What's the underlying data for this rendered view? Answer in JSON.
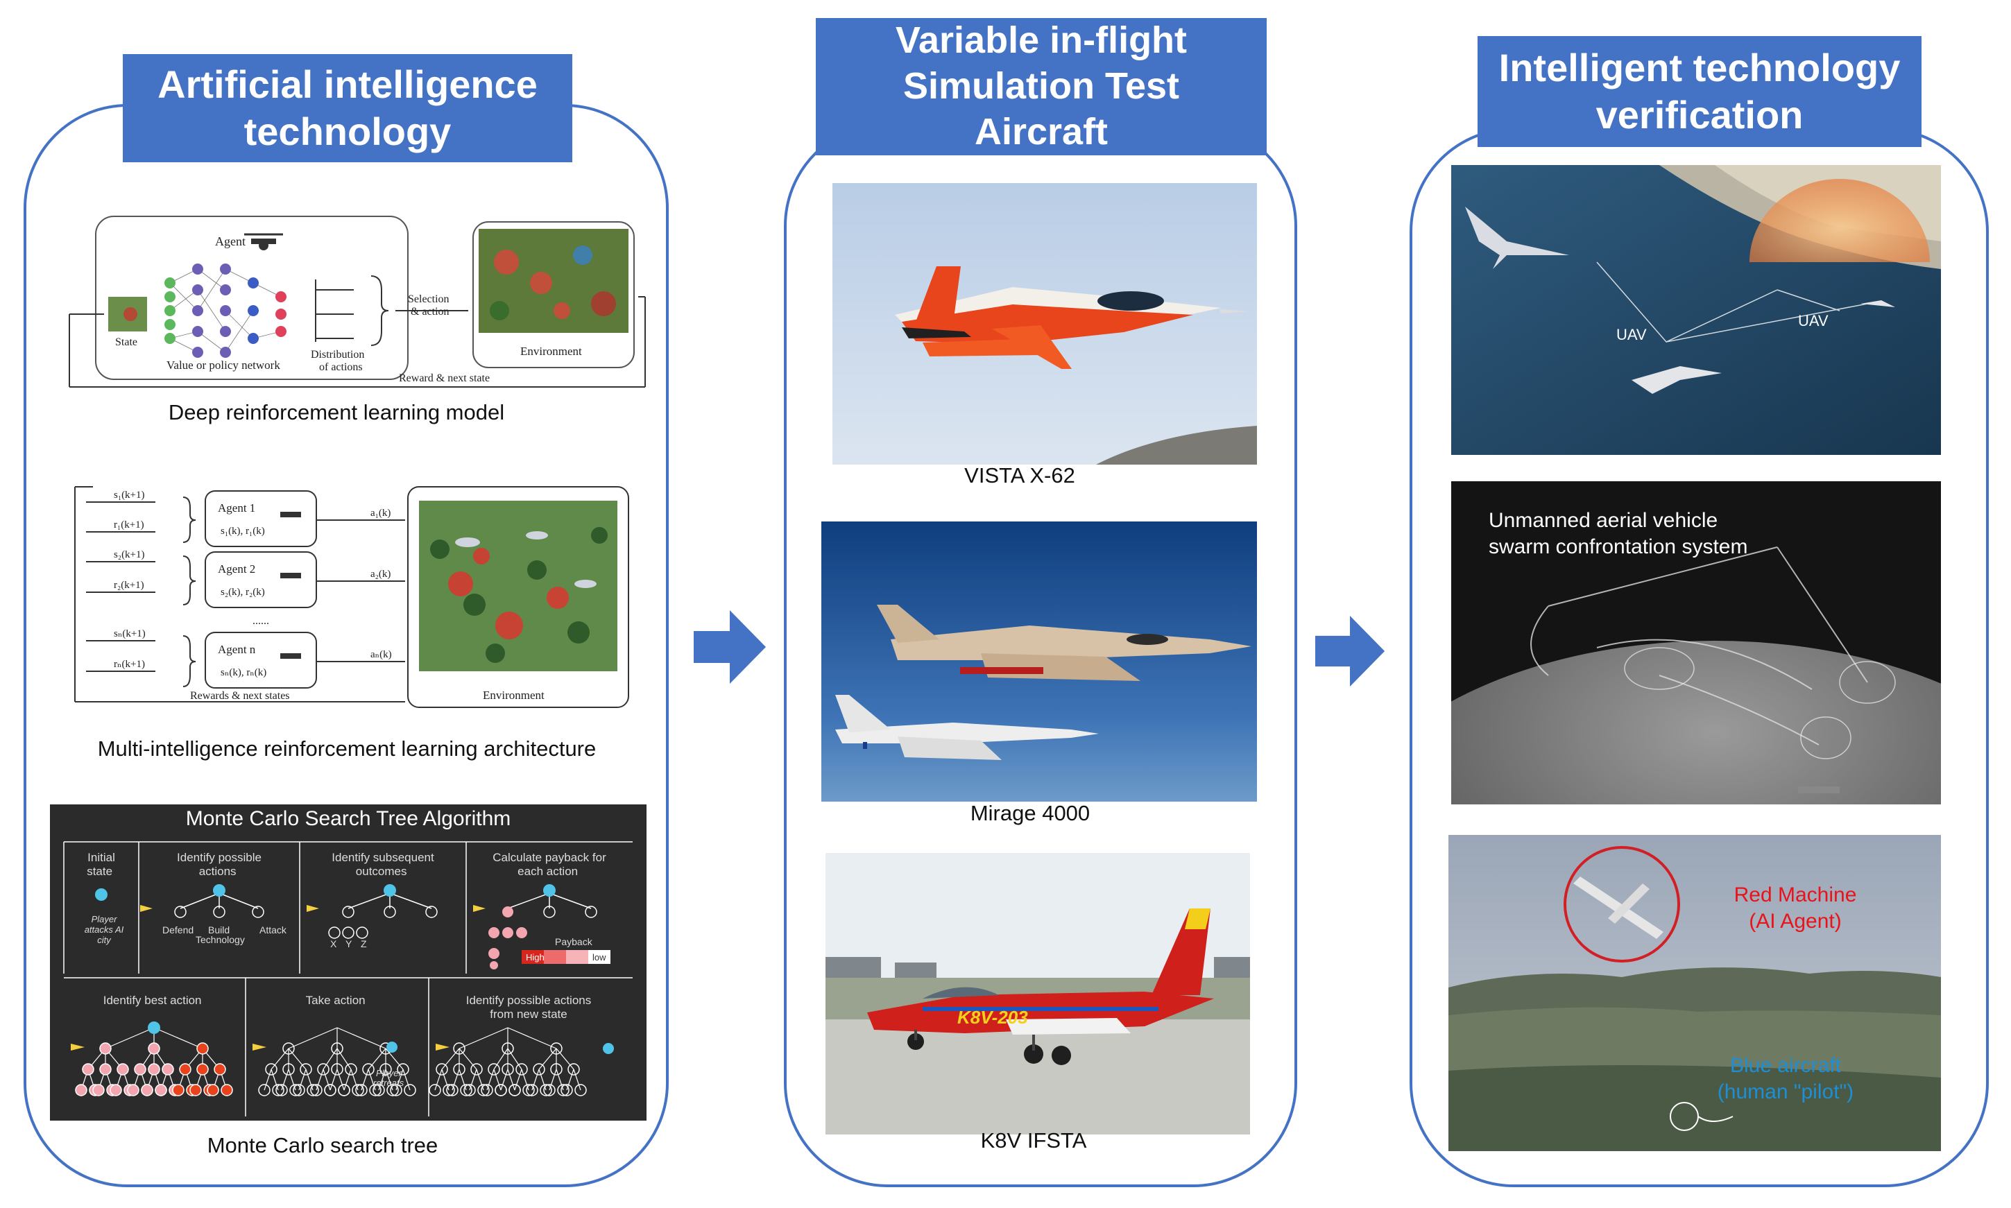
{
  "colors": {
    "accent": "#4472c4",
    "title_text": "#ffffff",
    "mcts_bg": "#2b2b2b",
    "red_label": "#e8141c",
    "blue_label": "#1c8fd6"
  },
  "panels": [
    {
      "title": "Artificial intelligence\ntechnology"
    },
    {
      "title": "Variable in-flight\nSimulation Test\nAircraft"
    },
    {
      "title": "Intelligent technology\nverification"
    }
  ],
  "ai": {
    "drl": {
      "caption": "Deep reinforcement learning model",
      "agent": "Agent",
      "state": "State",
      "network": "Value or policy network",
      "distribution": "Distribution\nof actions",
      "selection": "Selection\n& action",
      "environment": "Environment",
      "reward": "Reward & next state"
    },
    "marl": {
      "caption": "Multi-intelligence reinforcement learning architecture",
      "agents": [
        "Agent 1",
        "Agent 2",
        "Agent n"
      ],
      "ellipsis": "......",
      "rewards": "Rewards & next states",
      "environment": "Environment"
    },
    "mcts": {
      "caption": "Monte Carlo search tree",
      "title": "Monte Carlo Search Tree Algorithm",
      "steps": [
        "Initial\nstate",
        "Identify possible\nactions",
        "Identify subsequent\noutcomes",
        "Calculate payback for\neach action",
        "Identify best action",
        "Take action",
        "Identify possible actions\nfrom new state"
      ],
      "player_attacks": "Player\nattacks AI\ncity",
      "actions": [
        "Defend",
        "Build\nTechnology",
        "Attack"
      ],
      "outcomes": [
        "X",
        "Y",
        "Z"
      ],
      "payback": "Payback",
      "high": "High",
      "low": "low",
      "player_retreats": "Player\nretreats"
    }
  },
  "aircraft": [
    {
      "name": "VISTA X-62"
    },
    {
      "name": "Mirage 4000"
    },
    {
      "name": "K8V IFSTA",
      "tail_code": "K8V-203"
    }
  ],
  "verification": {
    "uav_label": "UAV",
    "swarm_label": "Unmanned aerial vehicle\nswarm confrontation system",
    "red_label": "Red Machine\n(AI Agent)",
    "blue_label": "Blue aircraft\n(human \"pilot\")"
  }
}
